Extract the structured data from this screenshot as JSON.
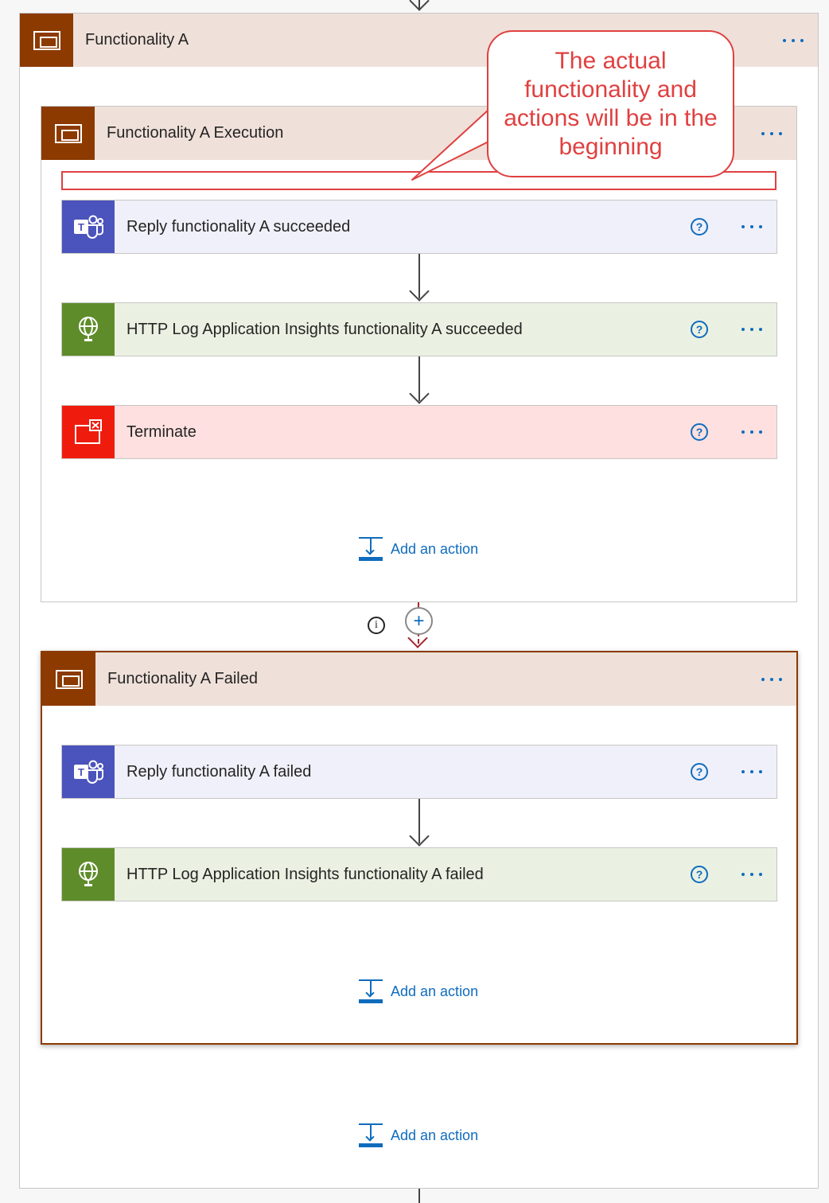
{
  "outer_scope": {
    "title": "Functionality A"
  },
  "execution_scope": {
    "title": "Functionality A Execution",
    "actions": [
      {
        "type": "teams",
        "title": "Reply functionality A succeeded",
        "icon": "teams-icon"
      },
      {
        "type": "http",
        "title": "HTTP Log Application Insights functionality A succeeded",
        "icon": "globe-icon"
      },
      {
        "type": "terminate",
        "title": "Terminate",
        "icon": "terminate-icon"
      }
    ],
    "add_action_label": "Add an action"
  },
  "failed_scope": {
    "title": "Functionality A Failed",
    "actions": [
      {
        "type": "teams",
        "title": "Reply functionality A failed",
        "icon": "teams-icon"
      },
      {
        "type": "http",
        "title": "HTTP Log Application Insights functionality A failed",
        "icon": "globe-icon"
      }
    ],
    "add_action_label": "Add an action"
  },
  "outer_add_action_label": "Add an action",
  "callout": {
    "text": "The actual functionality and actions will be in the beginning"
  },
  "info_glyph": "i",
  "insert_glyph": "+",
  "help_glyph": "?",
  "colors": {
    "scope_brand": "#8c3a00",
    "link": "#0f6cbd",
    "teams": "#4b53bc",
    "http": "#5f8c2a",
    "terminate": "#ef1c0e",
    "callout": "#e04040"
  }
}
